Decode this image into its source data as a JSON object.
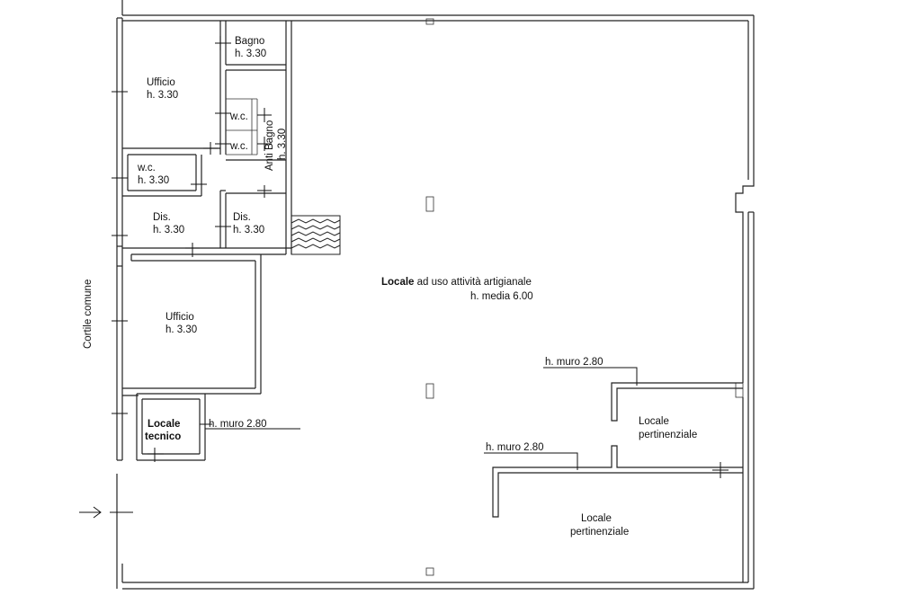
{
  "rooms": {
    "bagno": {
      "name": "Bagno",
      "height": "h. 3.30"
    },
    "ufficio_1": {
      "name": "Ufficio",
      "height": "h. 3.30"
    },
    "wc_1": {
      "name": "w.c."
    },
    "wc_2": {
      "name": "w.c."
    },
    "anti_bagno": {
      "name": "Anti Bagno",
      "height": "h. 3.30"
    },
    "wc_3": {
      "name": "w.c.",
      "height": "h. 3.30"
    },
    "dis_1": {
      "name": "Dis.",
      "height": "h. 3.30"
    },
    "dis_2": {
      "name": "Dis.",
      "height": "h. 3.30"
    },
    "ufficio_2": {
      "name": "Ufficio",
      "height": "h. 3.30"
    },
    "locale_tecnico": {
      "name_line1": "Locale",
      "name_line2": "tecnico"
    },
    "main": {
      "name_bold": "Locale",
      "name_rest": " ad uso attività artigianale",
      "height": "h. media 6.00"
    },
    "pertinenziale_1": {
      "name_line1": "Locale",
      "name_line2": "pertinenziale"
    },
    "pertinenziale_2": {
      "name_line1": "Locale",
      "name_line2": "pertinenziale"
    }
  },
  "notes": {
    "muro_tecnico": "h. muro 2.80",
    "muro_pert_1": "h. muro 2.80",
    "muro_pert_2": "h. muro 2.80"
  },
  "outside": {
    "courtyard": "Cortile comune"
  }
}
